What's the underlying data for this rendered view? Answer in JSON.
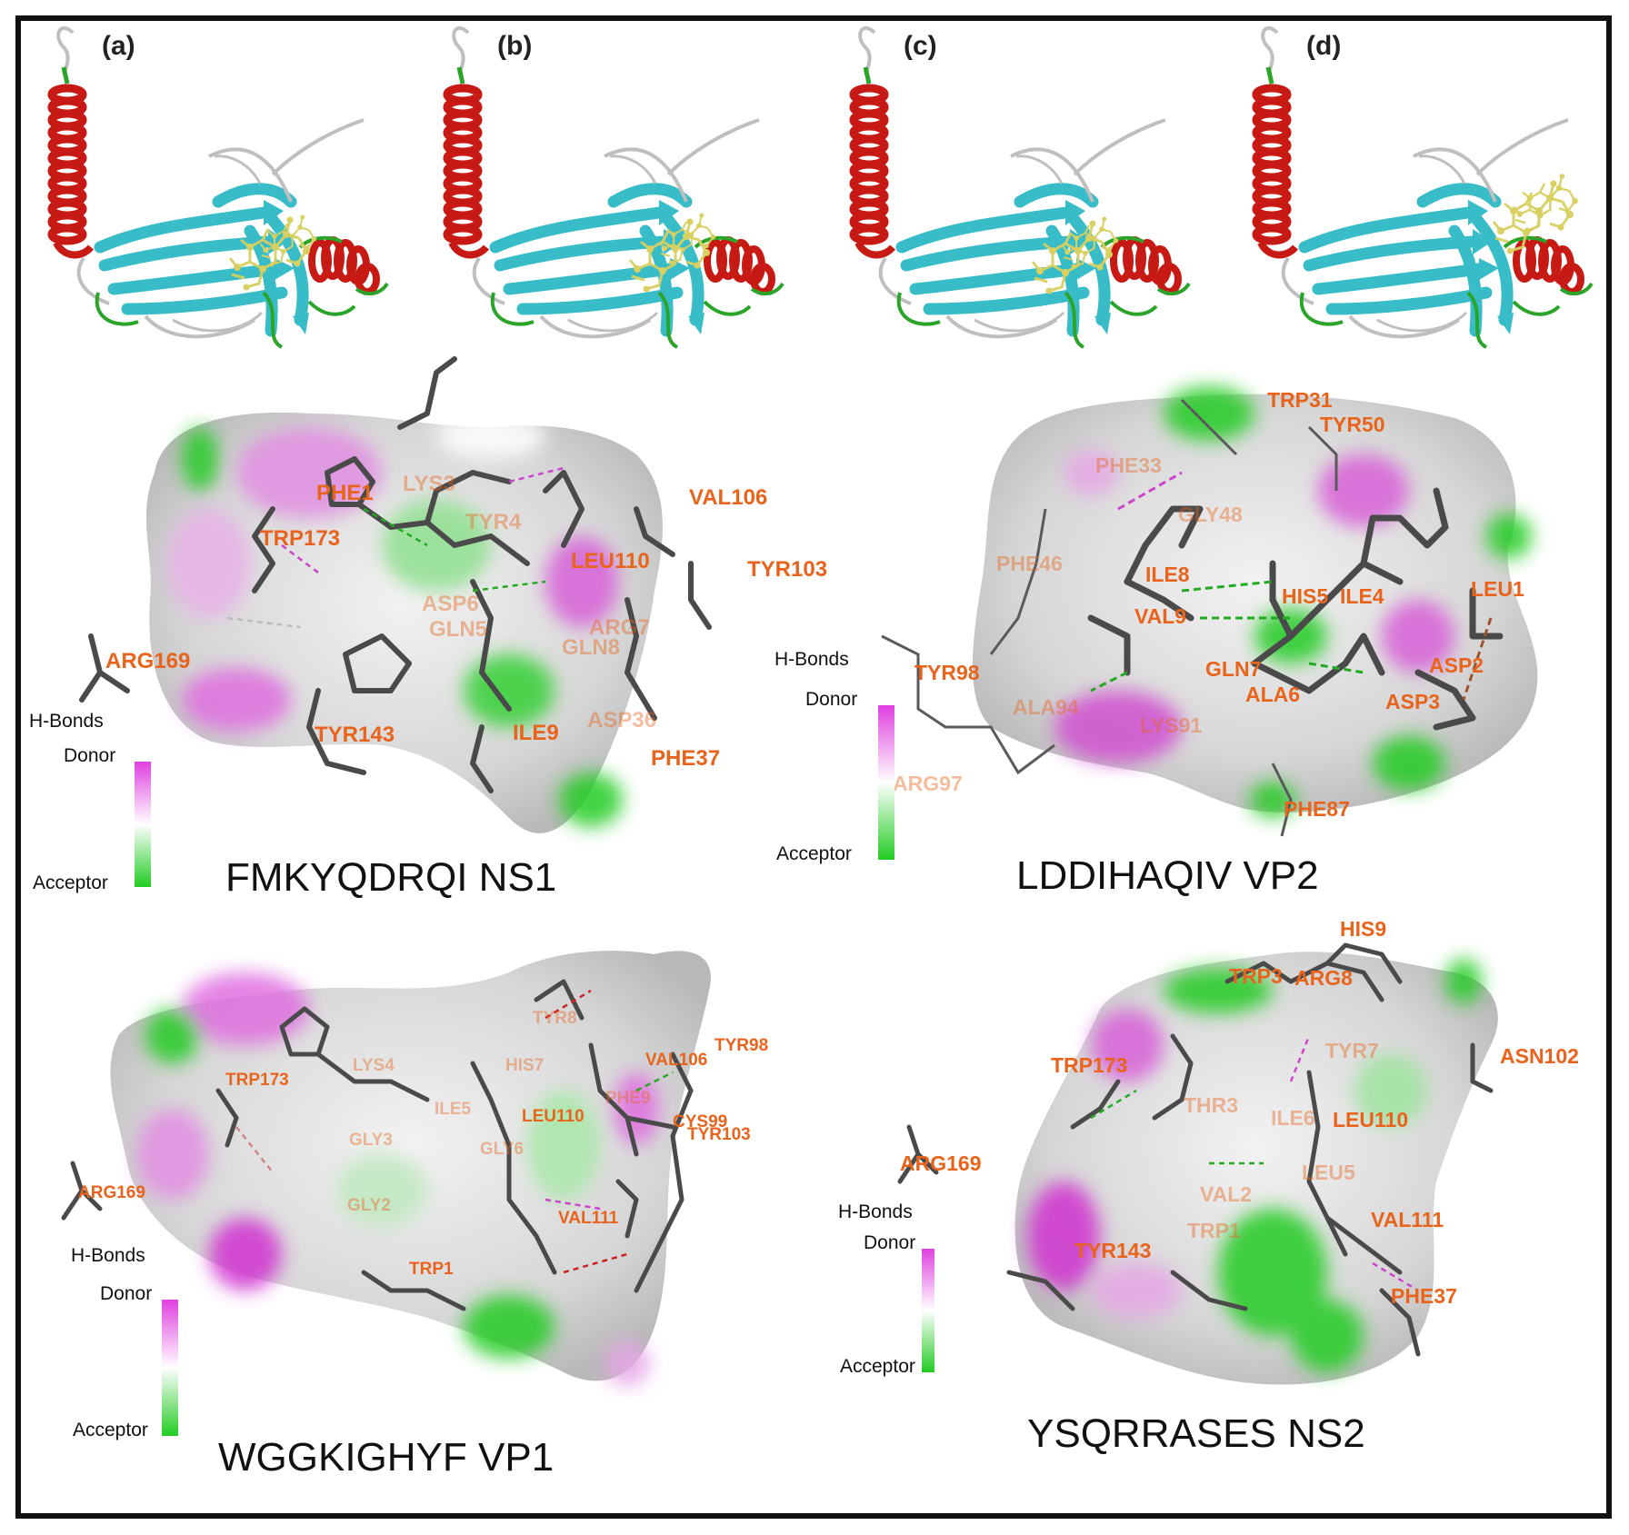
{
  "structure_panels": [
    {
      "letter": "(a)"
    },
    {
      "letter": "(b)"
    },
    {
      "letter": "(c)"
    },
    {
      "letter": "(d)"
    }
  ],
  "docking_panels": [
    {
      "peptide": "FMKYQDRQI NS1",
      "legend": {
        "title": "H-Bonds",
        "donor": "Donor",
        "acceptor": "Acceptor"
      },
      "residues": [
        {
          "text": "PHE1",
          "faint": false
        },
        {
          "text": "LYS3",
          "faint": true
        },
        {
          "text": "TRP173",
          "faint": false
        },
        {
          "text": "TYR4",
          "faint": true
        },
        {
          "text": "VAL106",
          "faint": false
        },
        {
          "text": "LEU110",
          "faint": false
        },
        {
          "text": "TYR103",
          "faint": false
        },
        {
          "text": "ASP6",
          "faint": true
        },
        {
          "text": "GLN5",
          "faint": true
        },
        {
          "text": "ARG7",
          "faint": true
        },
        {
          "text": "GLN8",
          "faint": true
        },
        {
          "text": "ARG169",
          "faint": false
        },
        {
          "text": "TYR143",
          "faint": false
        },
        {
          "text": "ILE9",
          "faint": false
        },
        {
          "text": "ASP36",
          "faint": true
        },
        {
          "text": "PHE37",
          "faint": false
        }
      ]
    },
    {
      "peptide": "LDDIHAQIV VP2",
      "legend": {
        "title": "H-Bonds",
        "donor": "Donor",
        "acceptor": "Acceptor"
      },
      "residues": [
        {
          "text": "TRP31",
          "faint": false
        },
        {
          "text": "TYR50",
          "faint": false
        },
        {
          "text": "PHE33",
          "faint": true
        },
        {
          "text": "GLY48",
          "faint": true
        },
        {
          "text": "PHE46",
          "faint": true
        },
        {
          "text": "ILE8",
          "faint": false
        },
        {
          "text": "HIS5",
          "faint": false
        },
        {
          "text": "ILE4",
          "faint": false
        },
        {
          "text": "LEU1",
          "faint": false
        },
        {
          "text": "VAL9",
          "faint": false
        },
        {
          "text": "TYR98",
          "faint": false
        },
        {
          "text": "GLN7",
          "faint": false
        },
        {
          "text": "ASP2",
          "faint": false
        },
        {
          "text": "ALA6",
          "faint": false
        },
        {
          "text": "ASP3",
          "faint": false
        },
        {
          "text": "ALA94",
          "faint": true
        },
        {
          "text": "LYS91",
          "faint": true
        },
        {
          "text": "ARG97",
          "faint": true
        },
        {
          "text": "PHE87",
          "faint": false
        }
      ]
    },
    {
      "peptide": "WGGKIGHYF VP1",
      "legend": {
        "title": "H-Bonds",
        "donor": "Donor",
        "acceptor": "Acceptor"
      },
      "residues": [
        {
          "text": "TYR8",
          "faint": true
        },
        {
          "text": "TYR98",
          "faint": false
        },
        {
          "text": "VAL106",
          "faint": false
        },
        {
          "text": "TRP173",
          "faint": false
        },
        {
          "text": "LYS4",
          "faint": true
        },
        {
          "text": "HIS7",
          "faint": true
        },
        {
          "text": "PHE9",
          "faint": true
        },
        {
          "text": "ILE5",
          "faint": true
        },
        {
          "text": "LEU110",
          "faint": false
        },
        {
          "text": "CYS99",
          "faint": false
        },
        {
          "text": "TYR103",
          "faint": false
        },
        {
          "text": "GLY3",
          "faint": true
        },
        {
          "text": "GLY6",
          "faint": true
        },
        {
          "text": "ARG169",
          "faint": false
        },
        {
          "text": "GLY2",
          "faint": true
        },
        {
          "text": "VAL111",
          "faint": false
        },
        {
          "text": "TRP1",
          "faint": false
        }
      ]
    },
    {
      "peptide": "YSQRRASES NS2",
      "legend": {
        "title": "H-Bonds",
        "donor": "Donor",
        "acceptor": "Acceptor"
      },
      "residues": [
        {
          "text": "HIS9",
          "faint": false
        },
        {
          "text": "TRP3",
          "faint": false
        },
        {
          "text": "ARG8",
          "faint": false
        },
        {
          "text": "ASN102",
          "faint": false
        },
        {
          "text": "TRP173",
          "faint": false
        },
        {
          "text": "TYR7",
          "faint": true
        },
        {
          "text": "THR3",
          "faint": true
        },
        {
          "text": "ILE6",
          "faint": true
        },
        {
          "text": "LEU110",
          "faint": false
        },
        {
          "text": "ARG169",
          "faint": false
        },
        {
          "text": "LEU5",
          "faint": true
        },
        {
          "text": "VAL2",
          "faint": true
        },
        {
          "text": "TRP1",
          "faint": true
        },
        {
          "text": "VAL111",
          "faint": false
        },
        {
          "text": "TYR143",
          "faint": false
        },
        {
          "text": "PHE37",
          "faint": false
        }
      ]
    }
  ],
  "colors": {
    "frame": "#111111",
    "helix": "#c81a14",
    "strand": "#38bcc8",
    "coil": "#bfbfbf",
    "turn": "#2aa52a",
    "ligand": "#d8d060",
    "donor": "#e040e0",
    "acceptor": "#22cc22",
    "surface": "#d9d9d9",
    "stick": "#4a4a4a",
    "label": "#e8641c"
  }
}
